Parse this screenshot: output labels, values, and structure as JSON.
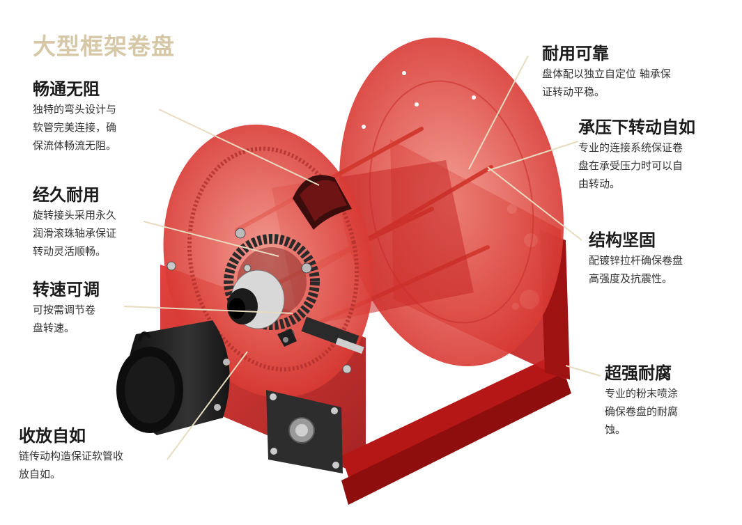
{
  "page": {
    "title": "大型框架卷盘"
  },
  "callouts": {
    "unobstructed": {
      "title": "畅通无阻",
      "lines": [
        "独特的弯头设计与",
        "软管完美连接，确",
        "保流体畅流无阻。"
      ]
    },
    "durable": {
      "title": "经久耐用",
      "lines": [
        "旋转接头采用永久",
        "润滑滚珠轴承保证",
        "转动灵活顺畅。"
      ]
    },
    "speed": {
      "title": "转速可调",
      "lines": [
        "可按需调节卷",
        "盘转速。"
      ]
    },
    "retract": {
      "title": "收放自如",
      "lines": [
        "链传动构造保证软管收",
        "放自如。"
      ]
    },
    "reliable": {
      "title": "耐用可靠",
      "lines": [
        "盘体配以独立自定位  轴承保",
        "证转动平稳。"
      ]
    },
    "pressure": {
      "title": "承压下转动自如",
      "lines": [
        "专业的连接系统保证卷",
        "盘在承受压力时可以自",
        "由转动。"
      ]
    },
    "structure": {
      "title": "结构坚固",
      "lines": [
        "配镀锌拉杆确保卷盘",
        "高强度及抗震性。"
      ]
    },
    "corrosion": {
      "title": "超强耐腐",
      "lines": [
        "专业的粉末喷涂",
        "确保卷盘的耐腐",
        "蚀。"
      ]
    }
  },
  "colors": {
    "reel_red": "#d42a2a",
    "disc_translucent": "#e9564e",
    "frame_dark_red": "#a61414",
    "title_gold": "#d6c7a6",
    "leader_line": "#e7dcc0",
    "motor_black": "#1c1c1c"
  }
}
